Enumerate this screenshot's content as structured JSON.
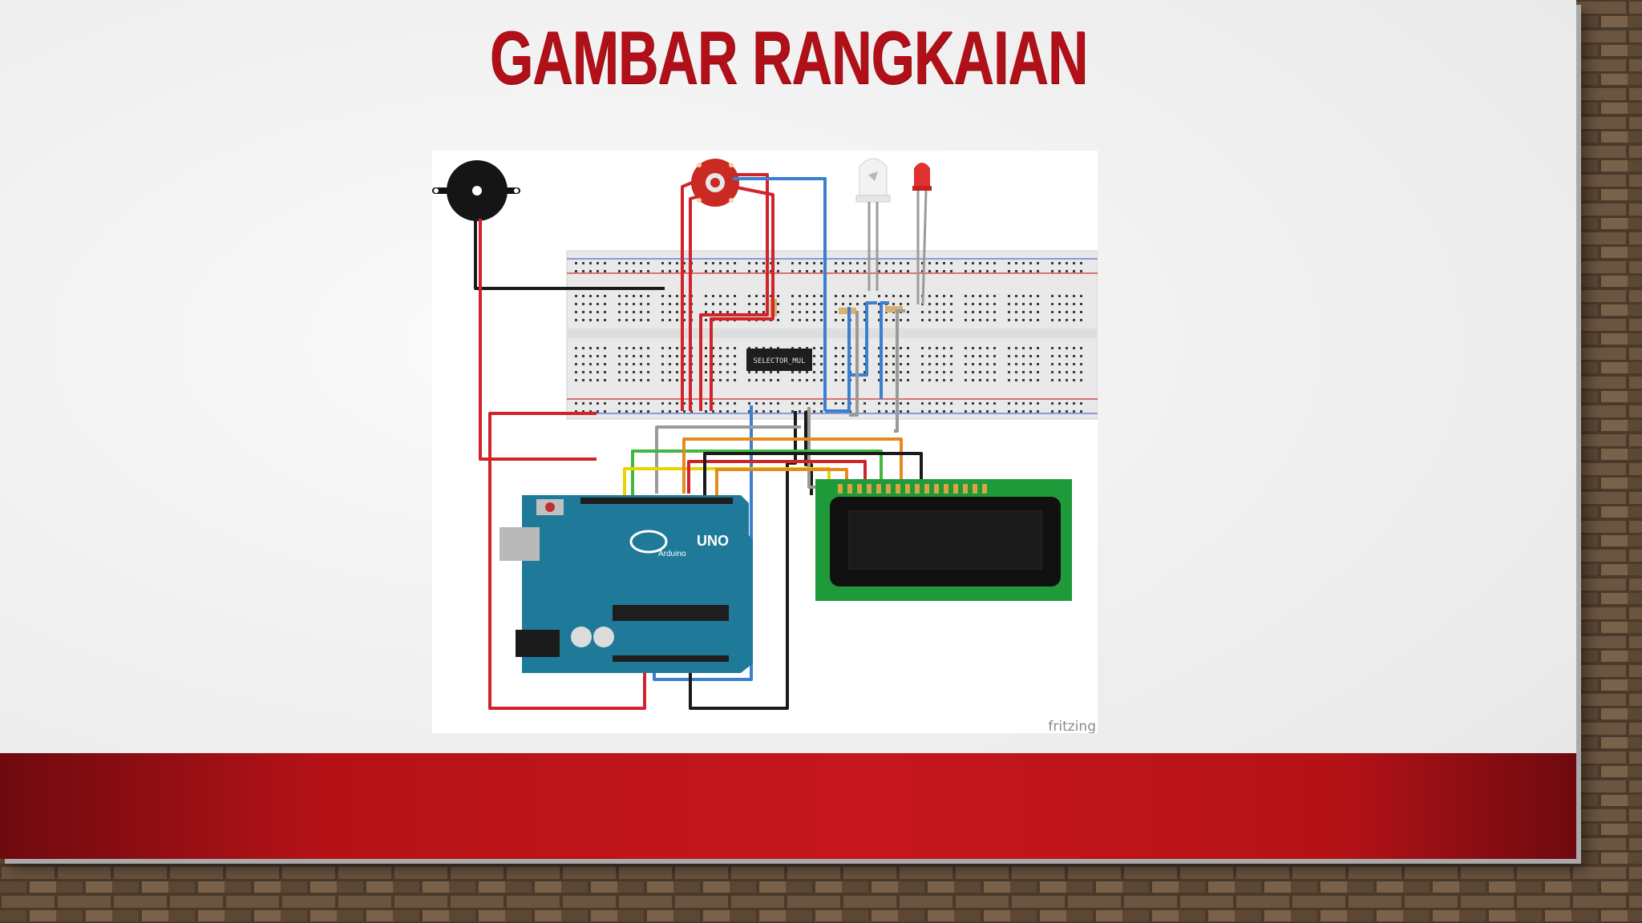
{
  "slide": {
    "title": "GAMBAR RANGKAIAN"
  },
  "figure": {
    "ic_label": "SELECTOR_MUL",
    "board_brand": "Arduino",
    "board_model": "UNO",
    "watermark": "fritzing"
  },
  "colors": {
    "title": "#b11018",
    "band": "#c5161c",
    "arduino": "#1f7a9a",
    "lcd_board": "#1f9a3a",
    "wire_red": "#d1242a",
    "wire_blue": "#3a7fd0",
    "wire_black": "#1a1a1a",
    "wire_yellow": "#e8d400",
    "wire_green": "#3fb93f",
    "wire_orange": "#e58a1f",
    "wire_gray": "#9a9a9a"
  }
}
